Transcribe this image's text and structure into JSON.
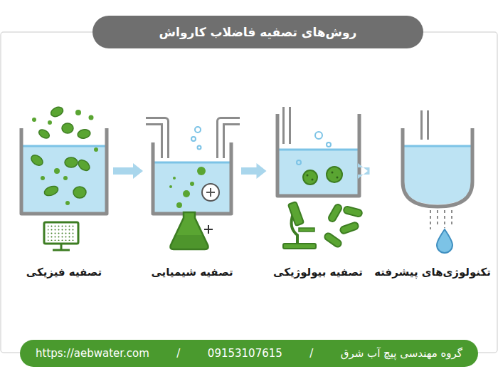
{
  "diagram": {
    "title": "روش‌های تصفیه فاضلاب کارواش",
    "nodes": [
      {
        "text": [
          "تصفیه فیزیکی"
        ]
      },
      {
        "text": [
          "تصفیه شیمیایی"
        ]
      },
      {
        "text": [
          "تصفیه بیولوژیکی"
        ]
      },
      {
        "text": [
          "تکنولوژی‌های پیشرفته"
        ]
      },
      {
        "text": [
          "https://aebwater.com",
          "/",
          "09153107615",
          "/",
          "گروه مهندسی پیچ آب شرق"
        ]
      }
    ],
    "edges": [
      {
        "from": 0,
        "to": 1,
        "arrow": "to"
      },
      {
        "from": 1,
        "to": 2,
        "arrow": "to"
      },
      {
        "from": 2,
        "to": 3,
        "arrow": "to"
      }
    ]
  }
}
